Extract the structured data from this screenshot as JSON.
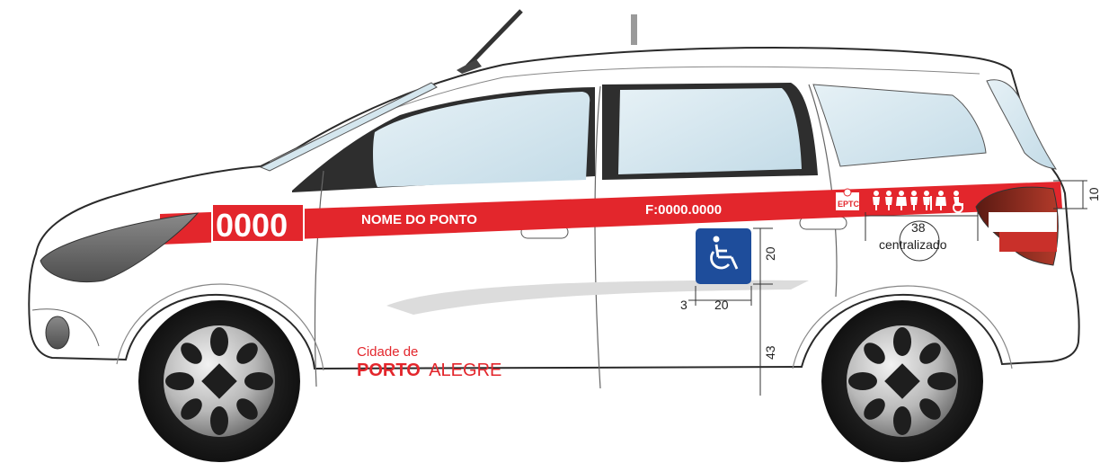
{
  "livery": {
    "taxi_number": "0000",
    "stand_name": "NOME DO PONTO",
    "fleet_code": "F:0000.0000",
    "city_prefix": "Cidade de",
    "city_name_bold": "PORTO",
    "city_name_regular": "ALEGRE",
    "eptc_logo_text": "EPTC"
  },
  "dimensions": {
    "stripe_height": "10",
    "pictogram_width": "38",
    "pictogram_note": "centralizado",
    "accessibility_height": "20",
    "accessibility_offset": "3",
    "accessibility_width": "20",
    "accessibility_from_bottom": "43"
  },
  "colors": {
    "stripe_red": "#e3262c",
    "accessibility_blue": "#1e4d9b",
    "glass": "#d4e6ef",
    "body_outline": "#2a2a2a"
  },
  "icons": [
    "wheelchair-icon",
    "people-pictograms-icon",
    "eptc-logo-icon",
    "wheel-icon"
  ]
}
